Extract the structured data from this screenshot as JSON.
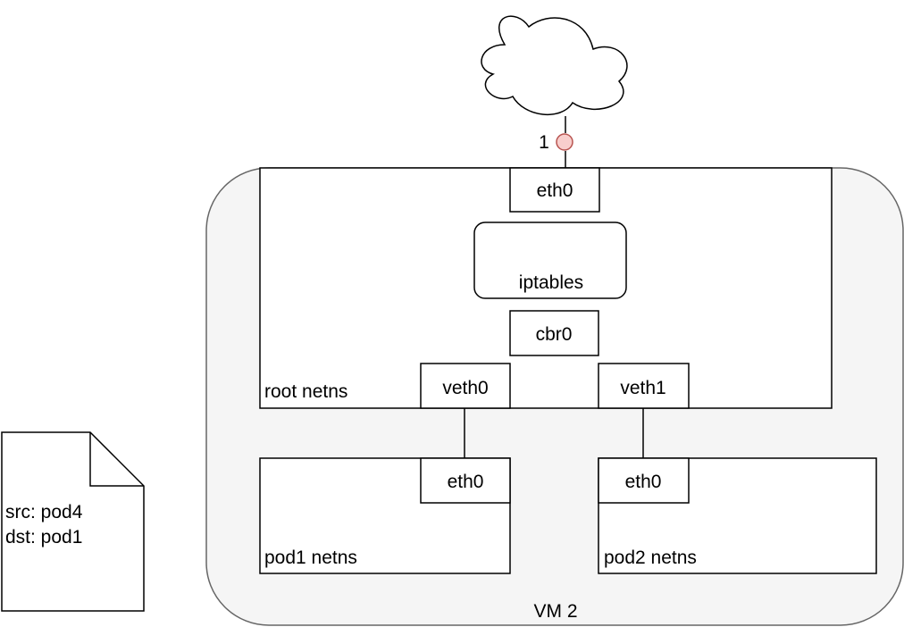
{
  "vm": {
    "label": "VM 2"
  },
  "root_ns": {
    "label": "root netns"
  },
  "root_eth": {
    "label": "eth0"
  },
  "iptables": {
    "label": "iptables"
  },
  "bridge": {
    "label": "cbr0"
  },
  "veth0": {
    "label": "veth0"
  },
  "veth1": {
    "label": "veth1"
  },
  "pod1": {
    "ns_label": "pod1 netns",
    "eth_label": "eth0"
  },
  "pod2": {
    "ns_label": "pod2 netns",
    "eth_label": "eth0"
  },
  "step_marker": {
    "number": "1",
    "color": "#f8cecc",
    "stroke": "#b85450"
  },
  "packet": {
    "src": "src: pod4",
    "dst": "dst: pod1"
  }
}
